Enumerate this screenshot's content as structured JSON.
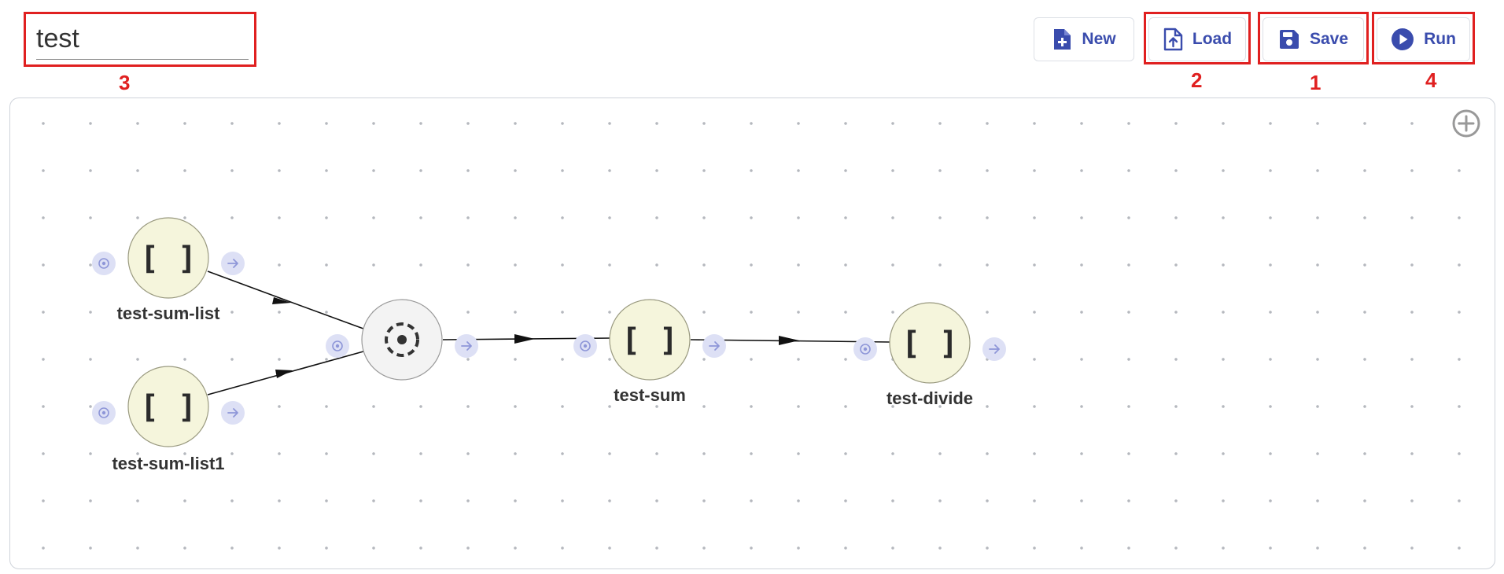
{
  "title": {
    "value": "test"
  },
  "toolbar": {
    "new_label": "New",
    "load_label": "Load",
    "save_label": "Save",
    "run_label": "Run"
  },
  "annotations": {
    "title": "3",
    "load": "2",
    "save": "1",
    "run": "4"
  },
  "nodes": {
    "sum_list": {
      "label": "test-sum-list",
      "symbol": "[ ]"
    },
    "sum_list1": {
      "label": "test-sum-list1",
      "symbol": "[ ]"
    },
    "sum": {
      "label": "test-sum",
      "symbol": "[ ]"
    },
    "divide": {
      "label": "test-divide",
      "symbol": "[ ]"
    }
  },
  "colors": {
    "accent": "#3a4cad",
    "highlight": "#e02020",
    "node_fill": "#f5f5dc",
    "merge_fill": "#f3f3f3",
    "port_fill": "#dde0f5",
    "port_icon": "#8e96d8"
  },
  "icons": {
    "new": "file-plus-icon",
    "load": "file-upload-icon",
    "save": "floppy-disk-icon",
    "run": "play-circle-icon",
    "zoom": "plus-circle-icon",
    "merge": "dashed-target-icon"
  }
}
